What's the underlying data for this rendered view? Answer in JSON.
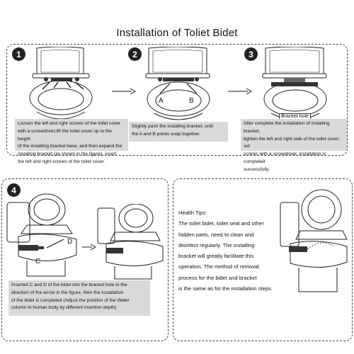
{
  "title": "Installation of Toliet Bidet",
  "steps": {
    "step1": {
      "number": "1",
      "lines": [
        "Loosen the left and right screws of the toilet cover",
        "with a screwdriver,lift the toilet cover up to the height",
        "of the installing bracket base, and then expand the",
        "installing bracket (as shown in the figure), insert",
        "the left and right screws of the toilet cover."
      ]
    },
    "step2": {
      "number": "2",
      "label_a": "A",
      "label_b": "B",
      "lines": [
        "Slightly push the installing bracket, until",
        "the A and B points snap together."
      ]
    },
    "step3": {
      "number": "3",
      "bracket_label": "Bracket hole",
      "lines": [
        "After complete the installation of installing bracket,",
        "tighten the left and right side of the toilet cover set",
        "screws with a screwdriver, installation is completed",
        "successfully."
      ]
    },
    "step4": {
      "number": "4",
      "label_c": "C",
      "label_d": "D",
      "lines": [
        "Inserted C and D of the bidet into the bracket hole in the",
        "direction of the arrow in the figure, then the installation",
        "of the bidet is completed (Adjust the position of the Water",
        "column to human body by different insertion depth)"
      ]
    }
  },
  "health_tips": {
    "lines": [
      "Health Tips:",
      "The toilet bidet, toilet seat and other",
      "hidden parts, need to clean and",
      "disinfect regularly. The installing",
      "bracket will greatly facilitate this",
      "operation. The method of removal",
      "process for the bidet and bracket",
      "is the same as for the installation steps."
    ]
  }
}
